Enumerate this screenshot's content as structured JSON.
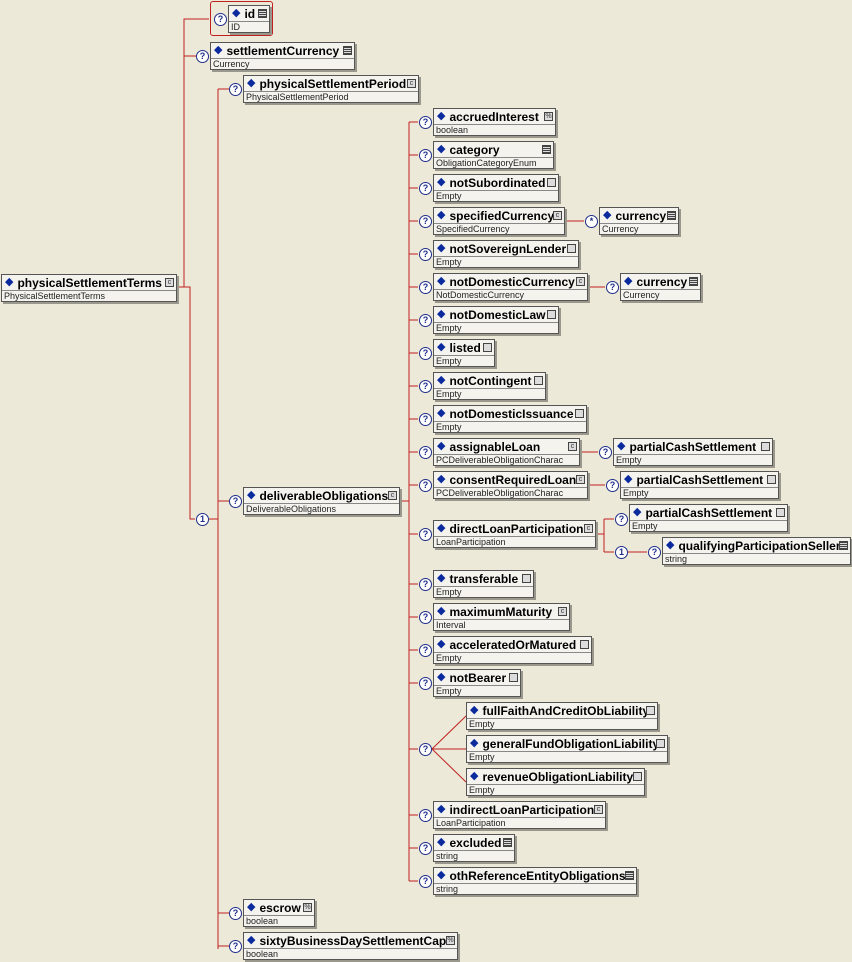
{
  "colors": {
    "connector": "#c02020",
    "diamond": "#0a2a9e",
    "background": "#ece9d8"
  },
  "icons": {
    "optional": "?",
    "sequence": "1",
    "repeat": "*"
  },
  "root": {
    "name": "physicalSettlementTerms",
    "type": "PhysicalSettlementTerms"
  },
  "children": [
    {
      "name": "id",
      "type": "ID",
      "highlighted": true
    },
    {
      "name": "settlementCurrency",
      "type": "Currency"
    },
    {
      "name": "physicalSettlementPeriod",
      "type": "PhysicalSettlementPeriod"
    },
    {
      "name": "deliverableObligations",
      "type": "DeliverableObligations"
    },
    {
      "name": "escrow",
      "type": "boolean"
    },
    {
      "name": "sixtyBusinessDaySettlementCap",
      "type": "boolean"
    }
  ],
  "deliverables": [
    {
      "name": "accruedInterest",
      "type": "boolean"
    },
    {
      "name": "category",
      "type": "ObligationCategoryEnum"
    },
    {
      "name": "notSubordinated",
      "type": "Empty"
    },
    {
      "name": "specifiedCurrency",
      "type": "SpecifiedCurrency"
    },
    {
      "name": "notSovereignLender",
      "type": "Empty"
    },
    {
      "name": "notDomesticCurrency",
      "type": "NotDomesticCurrency"
    },
    {
      "name": "notDomesticLaw",
      "type": "Empty"
    },
    {
      "name": "listed",
      "type": "Empty"
    },
    {
      "name": "notContingent",
      "type": "Empty"
    },
    {
      "name": "notDomesticIssuance",
      "type": "Empty"
    },
    {
      "name": "assignableLoan",
      "type": "PCDeliverableObligationCharac"
    },
    {
      "name": "consentRequiredLoan",
      "type": "PCDeliverableObligationCharac"
    },
    {
      "name": "directLoanParticipation",
      "type": "LoanParticipation"
    },
    {
      "name": "transferable",
      "type": "Empty"
    },
    {
      "name": "maximumMaturity",
      "type": "Interval"
    },
    {
      "name": "acceleratedOrMatured",
      "type": "Empty"
    },
    {
      "name": "notBearer",
      "type": "Empty"
    },
    {
      "name": "indirectLoanParticipation",
      "type": "LoanParticipation"
    },
    {
      "name": "excluded",
      "type": "string"
    },
    {
      "name": "othReferenceEntityObligations",
      "type": "string"
    }
  ],
  "liability_choice": [
    {
      "name": "fullFaithAndCreditObLiability",
      "type": "Empty"
    },
    {
      "name": "generalFundObligationLiability",
      "type": "Empty"
    },
    {
      "name": "revenueObligationLiability",
      "type": "Empty"
    }
  ],
  "sub": [
    {
      "name": "currency",
      "type": "Currency"
    },
    {
      "name": "currency",
      "type": "Currency"
    },
    {
      "name": "partialCashSettlement",
      "type": "Empty"
    },
    {
      "name": "partialCashSettlement",
      "type": "Empty"
    },
    {
      "name": "partialCashSettlement",
      "type": "Empty"
    },
    {
      "name": "qualifyingParticipationSeller",
      "type": "string"
    }
  ]
}
